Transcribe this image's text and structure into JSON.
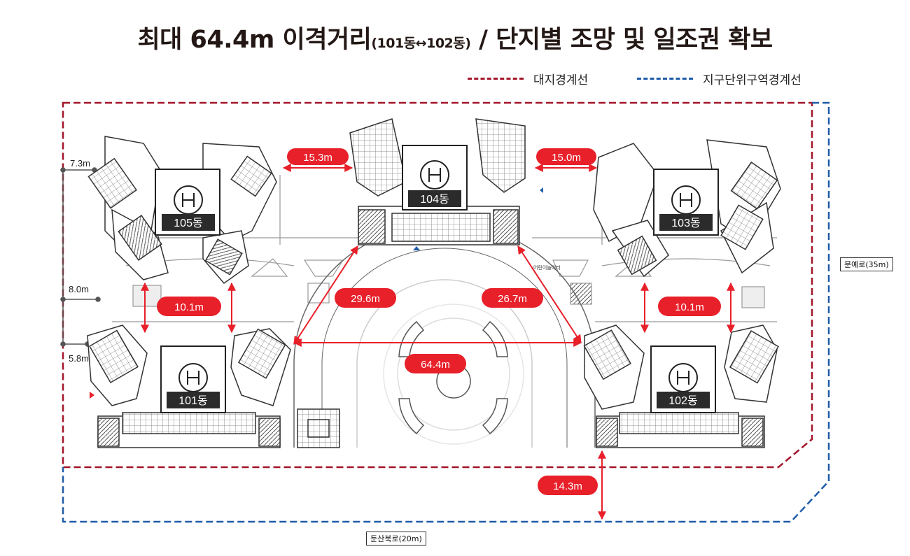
{
  "title": {
    "main": "최대 64.4m  이격거리",
    "sub": "(101동↔102동)",
    "rest": " / 단지별 조망 및 일조권 확보"
  },
  "legend": [
    {
      "label": "대지경계선",
      "color": "#a3162a"
    },
    {
      "label": "지구단위구역경계선",
      "color": "#1f5ca8"
    }
  ],
  "roads": {
    "east": "문예로(35m)",
    "south": "둔산북로(20m)"
  },
  "setbacks": {
    "a": "7.3m",
    "b": "8.0m",
    "c": "5.8m"
  },
  "buildings": [
    {
      "name": "105동"
    },
    {
      "name": "104동"
    },
    {
      "name": "103동"
    },
    {
      "name": "101동"
    },
    {
      "name": "102동"
    }
  ],
  "distances": {
    "d105_104": "15.3m",
    "d104_103": "15.0m",
    "d105_101": "10.1m",
    "d103_102": "10.1m",
    "d104_101": "29.6m",
    "d104_102": "26.7m",
    "d101_102": "64.4m",
    "d102_road": "14.3m"
  },
  "small_label": "어린이놀이터",
  "colors": {
    "site_boundary": "#a3162a",
    "district_boundary": "#1f5ca8",
    "distance_arrow": "#e8202a",
    "pill_fill": "#e8202a"
  }
}
